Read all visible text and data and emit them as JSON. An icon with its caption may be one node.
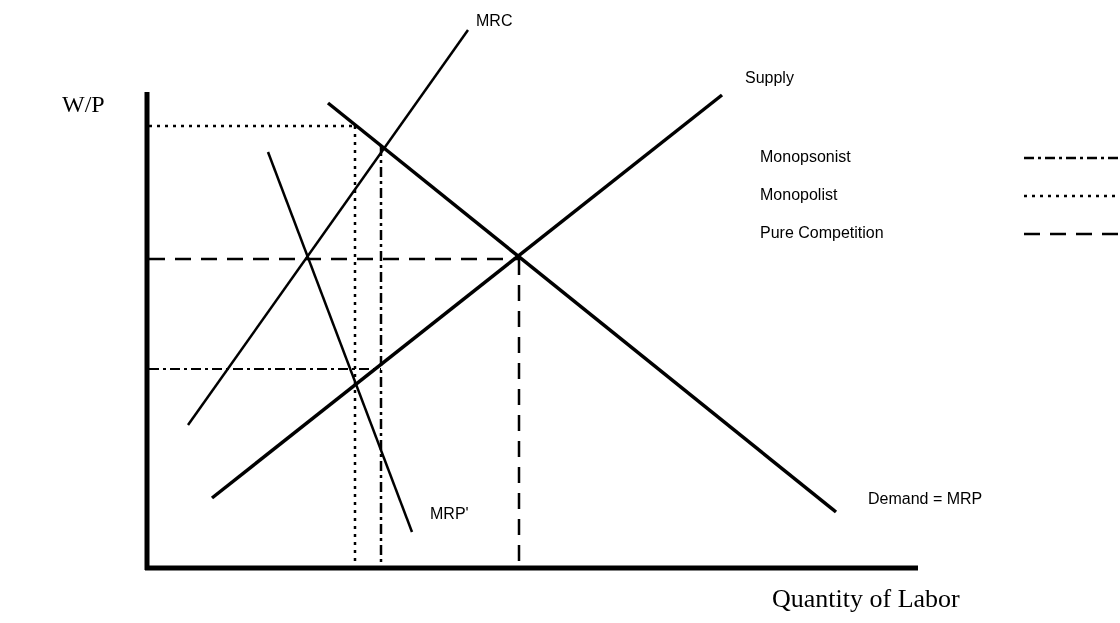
{
  "diagram": {
    "labels": [
      "W/P",
      "MRC",
      "Supply",
      "MRP'",
      "Demand = MRP",
      "Quantity of Labor"
    ],
    "legend": [
      {
        "text": "Monopsonist"
      },
      {
        "text": "Monopolist"
      },
      {
        "text": "Pure Competition"
      }
    ]
  }
}
